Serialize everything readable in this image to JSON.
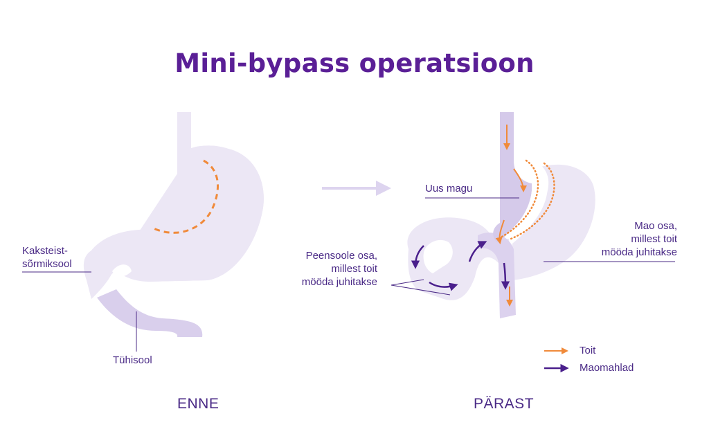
{
  "title": "Mini-bypass operatsioon",
  "colors": {
    "organ_light": "#ece7f5",
    "organ_mid": "#dcd2ee",
    "organ_dark": "#cbbde4",
    "food": "#f08a3a",
    "secretion": "#4a1f8c",
    "text": "#4a2a86",
    "title": "#5a1f96"
  },
  "before": {
    "caption": "ENNE",
    "labels": {
      "duodenum": [
        "Kaksteist-",
        "sõrmiksool"
      ],
      "jejunum": "Tühisool"
    }
  },
  "after": {
    "caption": "PÄRAST",
    "labels": {
      "new_stomach": "Uus magu",
      "stomach_bypassed": [
        "Mao osa,",
        "millest toit",
        "mööda juhitakse"
      ],
      "intestine_bypassed": [
        "Peensoole osa,",
        "millest toit",
        "mööda juhitakse"
      ]
    }
  },
  "legend": [
    {
      "label": "Toit",
      "color": "#f08a3a",
      "icon": "orange-arrow-icon"
    },
    {
      "label": "Maomahlad",
      "color": "#4a1f8c",
      "icon": "purple-arrow-icon"
    }
  ]
}
